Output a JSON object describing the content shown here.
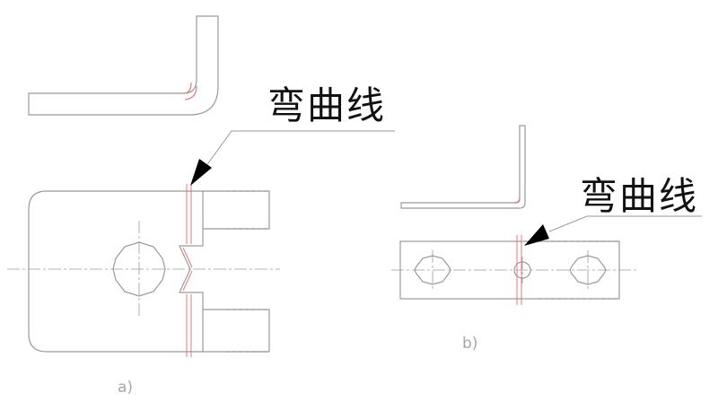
{
  "labels": {
    "bend_line_left": "弯曲线",
    "bend_line_right": "弯曲线",
    "caption_a": "a)",
    "caption_b": "b)"
  },
  "colors": {
    "outline": "#9a9a9a",
    "bend_line": "#e07a7a",
    "arrow": "#000000",
    "text": "#111111",
    "caption": "#a8a8a8"
  }
}
